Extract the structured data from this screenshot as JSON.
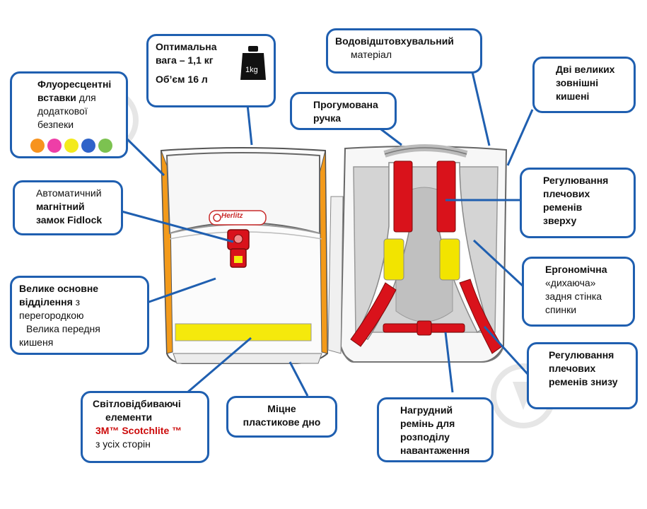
{
  "callouts": {
    "weight": {
      "line1": "Оптимальна",
      "line2": "вага – 1,1 кг",
      "line3": "Об’єм 16 л",
      "icon_label": "1kg"
    },
    "fluorescent": {
      "line1": "Флуоресцентні",
      "line2": "вставки",
      "line2b": "для",
      "line3": "додаткової",
      "line4": "безпеки"
    },
    "fluorescent_colors": [
      "#f7931e",
      "#ee3ea7",
      "#f3ea1c",
      "#2f63c9",
      "#7cc250"
    ],
    "fidlock": {
      "line1": "Автоматичний",
      "line2": "магнітний",
      "line3": "замок Fidlock"
    },
    "main_compartment": {
      "line1": "Велике основне",
      "line2": "відділення",
      "line2b": "з",
      "line3": "перегородкою",
      "line4": "Велика передня",
      "line5": "кишеня"
    },
    "reflective": {
      "line1": "Світловідбиваючі",
      "line2": "елементи",
      "line3": "3M™ Scotchlite ™",
      "line4": "з усіх сторін"
    },
    "bottom": {
      "line1": "Міцне",
      "line2": "пластикове дно"
    },
    "handle": {
      "line1": "Прогумована",
      "line2": "ручка"
    },
    "waterproof": {
      "line1": "Водовідштовхувальний",
      "line2": "матеріал"
    },
    "pockets": {
      "line1": "Дві великих",
      "line2": "зовнішні",
      "line3": "кишені"
    },
    "strap_top": {
      "line1": "Регулювання",
      "line2": "плечових",
      "line3": "ременів",
      "line4": "зверху"
    },
    "back": {
      "line1": "Ергономічна",
      "line2": "«дихаюча»",
      "line3": "задня стінка",
      "line4": "спинки"
    },
    "strap_bottom": {
      "line1": "Регулювання",
      "line2": "плечових",
      "line3": "ременів знизу"
    },
    "chest": {
      "line1": "Нагрудний",
      "line2": "ремінь для",
      "line3": "розподілу",
      "line4": "навантаження"
    }
  },
  "brand": "Herlitz",
  "colors": {
    "border": "#1f5fb0",
    "strap_red": "#d9121b",
    "reflective_yellow": "#f5e90c",
    "orange": "#f39a1a",
    "pad_yellow": "#f2e400"
  }
}
